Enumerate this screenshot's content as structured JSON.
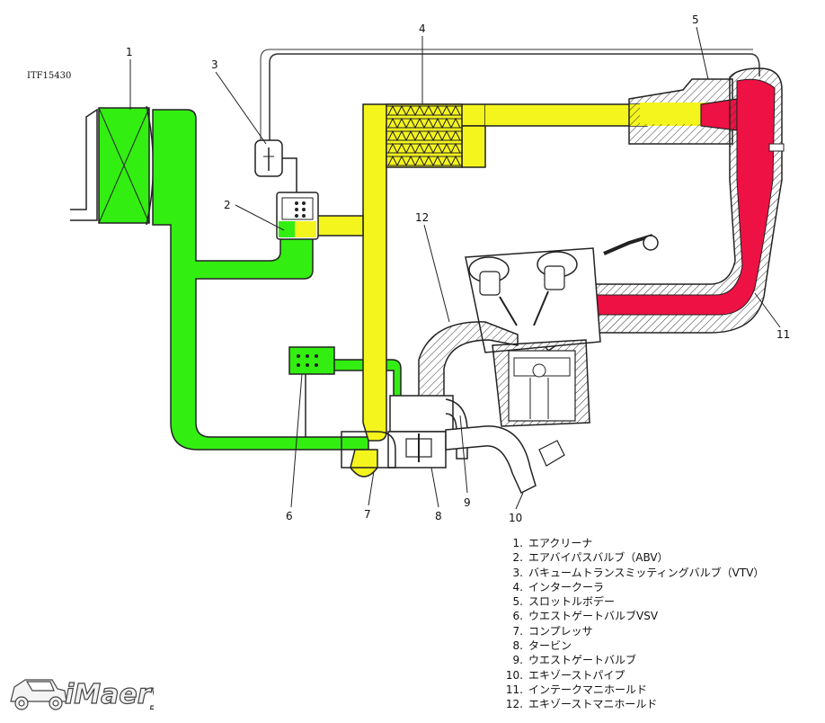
{
  "figure_code": "ITF15430",
  "colors": {
    "fresh_air": "#33ee11",
    "boost_air": "#f5f51e",
    "intake_manifold": "#ee1144",
    "outline": "#222222"
  },
  "callouts": [
    "1",
    "2",
    "3",
    "4",
    "5",
    "6",
    "7",
    "8",
    "9",
    "10",
    "11",
    "12"
  ],
  "legend": [
    {
      "num": "1.",
      "label": "エアクリーナ"
    },
    {
      "num": "2.",
      "label": "エアバイパスバルブ（ABV）"
    },
    {
      "num": "3.",
      "label": "バキュームトランスミッティングバルブ（VTV）"
    },
    {
      "num": "4.",
      "label": "インタークーラ"
    },
    {
      "num": "5.",
      "label": "スロットルボデー"
    },
    {
      "num": "6.",
      "label": "ウエストゲートバルブVSV"
    },
    {
      "num": "7.",
      "label": "コンプレッサ"
    },
    {
      "num": "8.",
      "label": "タービン"
    },
    {
      "num": "9.",
      "label": "ウエストゲートバルブ"
    },
    {
      "num": "10.",
      "label": "エキゾーストパイプ"
    },
    {
      "num": "11.",
      "label": "インテークマニホールド"
    },
    {
      "num": "12.",
      "label": "エキゾーストマニホールド"
    }
  ],
  "watermark": {
    "text": "iMaery",
    "icon": "jeep-car-icon"
  }
}
